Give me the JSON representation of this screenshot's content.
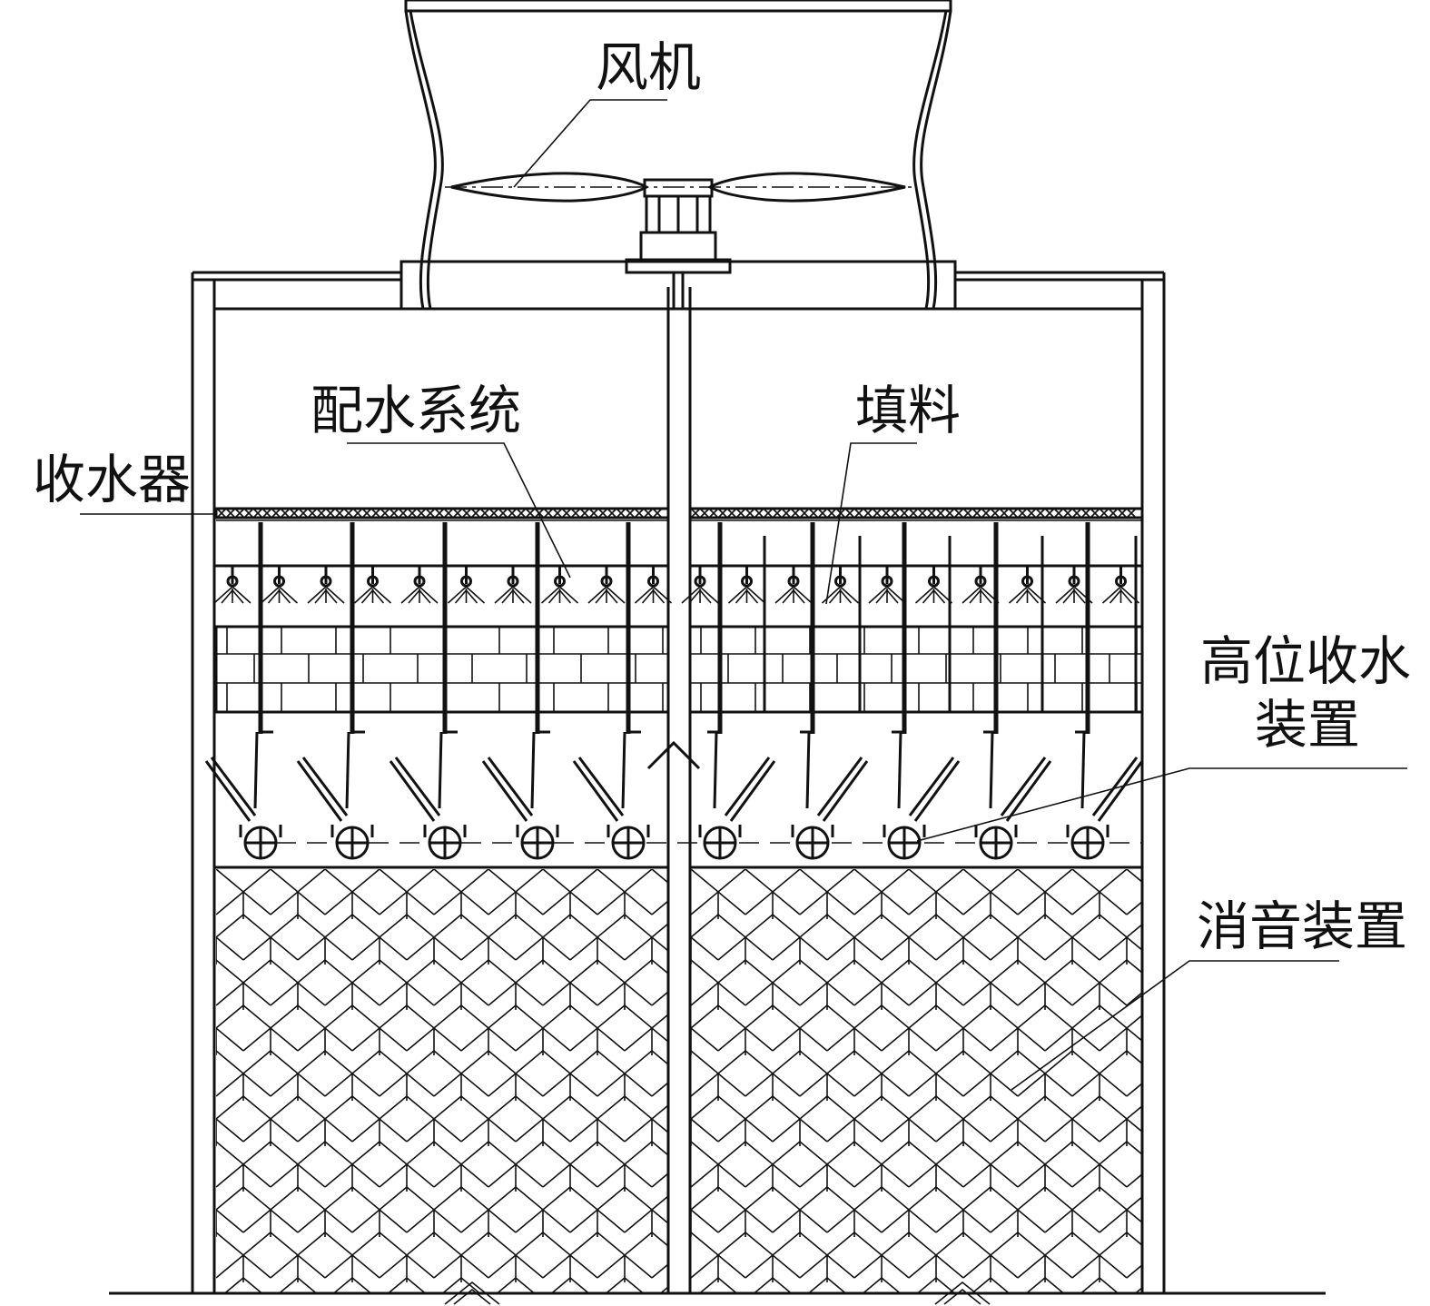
{
  "labels": {
    "fan": "风机",
    "distribution_system": "配水系统",
    "fill": "填料",
    "drift_eliminator": "收水器",
    "high_level_collector_line1": "高位收水",
    "high_level_collector_line2": "装置",
    "silencer": "消音装置"
  },
  "colors": {
    "ink": "#111111",
    "background": "#ffffff"
  }
}
